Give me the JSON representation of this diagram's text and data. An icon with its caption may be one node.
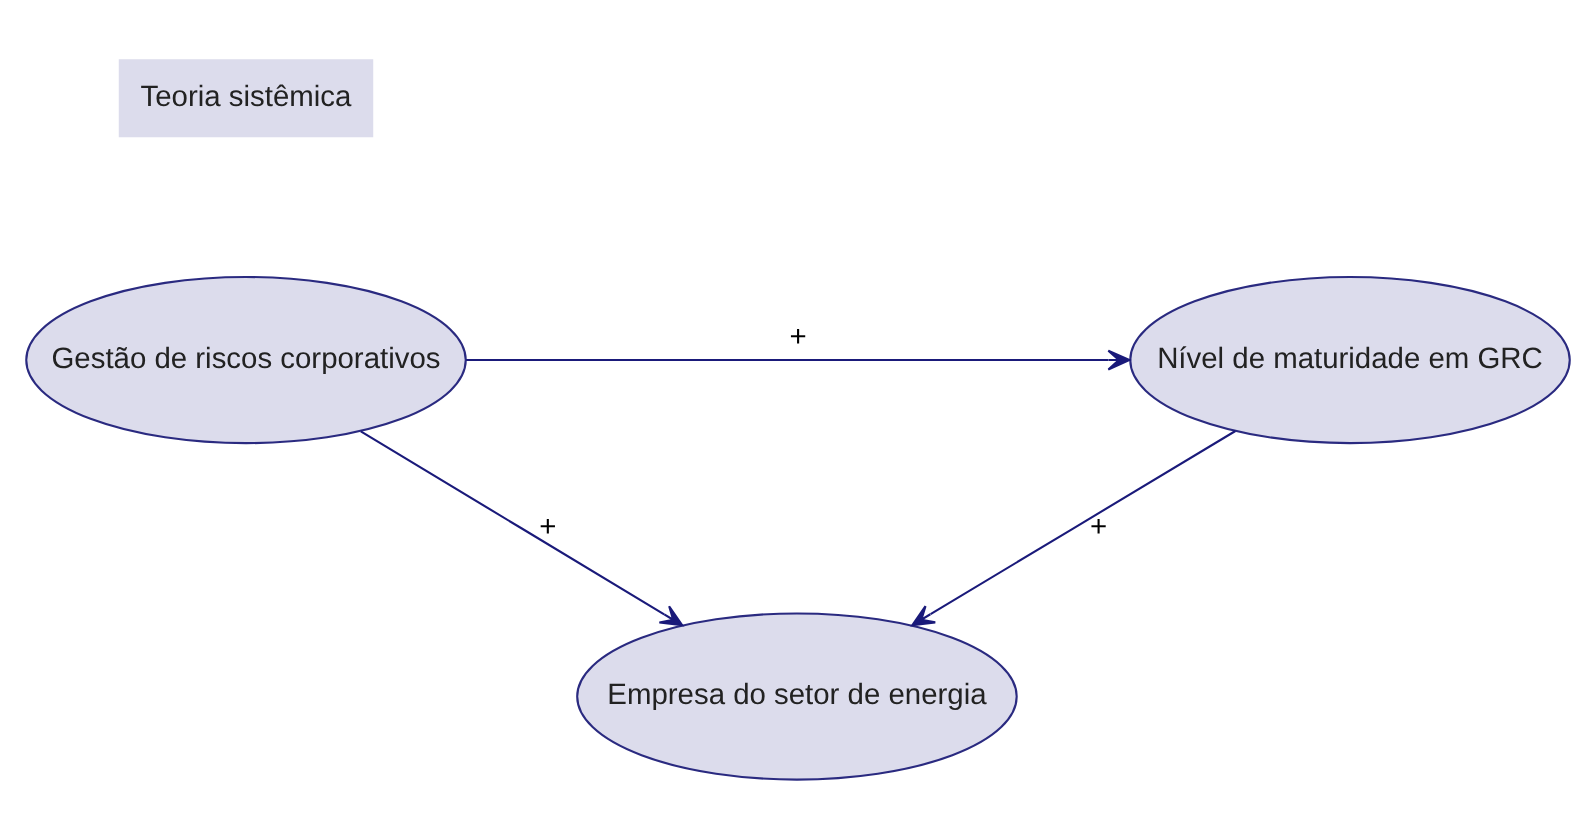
{
  "diagram": {
    "nodes": [
      {
        "text": [
          "Teoria sistêmica"
        ]
      },
      {
        "text": [
          "Gestão de riscos corporativos"
        ]
      },
      {
        "text": [
          "Nível de maturidade em GRC"
        ]
      },
      {
        "text": [
          "Empresa do setor de energia"
        ]
      }
    ],
    "edges": [
      {
        "from": 1,
        "to": 2,
        "arrow": "to",
        "label": "+"
      },
      {
        "from": 1,
        "to": 3,
        "arrow": "to",
        "label": "+"
      },
      {
        "from": 2,
        "to": 3,
        "arrow": "to",
        "label": "+"
      }
    ]
  }
}
